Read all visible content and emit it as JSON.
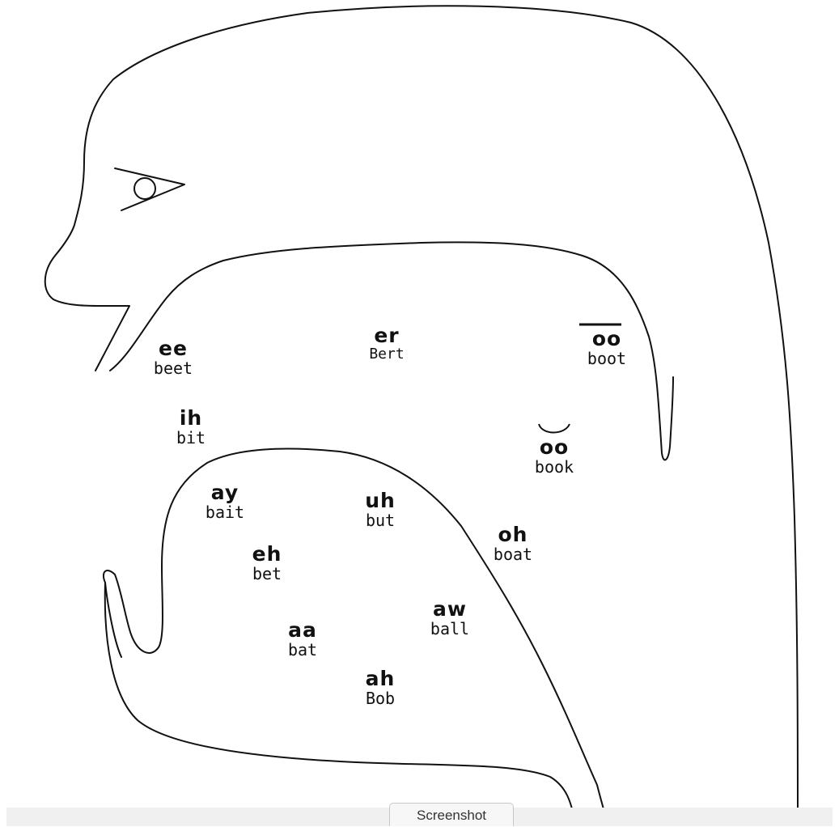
{
  "vowels": {
    "ee": {
      "symbol": "ee",
      "word": "beet"
    },
    "er": {
      "symbol": "er",
      "word": "Bert"
    },
    "oo_long": {
      "symbol": "oo",
      "word": "boot"
    },
    "ih": {
      "symbol": "ih",
      "word": "bit"
    },
    "oo_short": {
      "symbol": "oo",
      "word": "book"
    },
    "ay": {
      "symbol": "ay",
      "word": "bait"
    },
    "uh": {
      "symbol": "uh",
      "word": "but"
    },
    "oh": {
      "symbol": "oh",
      "word": "boat"
    },
    "eh": {
      "symbol": "eh",
      "word": "bet"
    },
    "aw": {
      "symbol": "aw",
      "word": "ball"
    },
    "aa": {
      "symbol": "aa",
      "word": "bat"
    },
    "ah": {
      "symbol": "ah",
      "word": "Bob"
    }
  },
  "toolbar": {
    "screenshot_label": "Screenshot"
  },
  "colors": {
    "line": "#111111",
    "background": "#ffffff",
    "bar": "#f0f0f0"
  }
}
